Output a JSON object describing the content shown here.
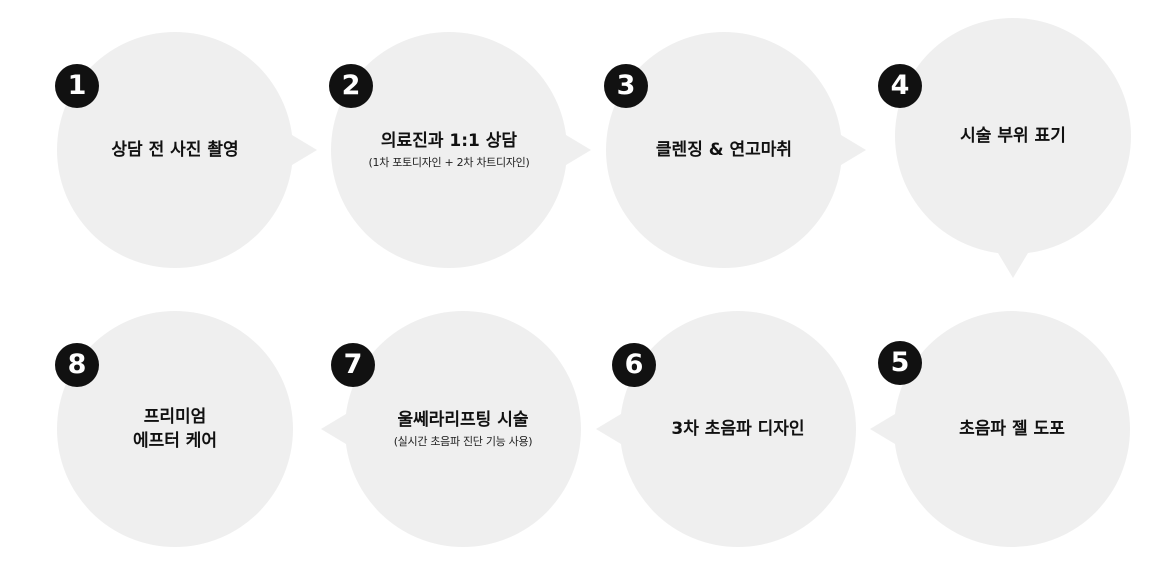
{
  "steps": [
    {
      "num": "1",
      "title": "상담 전 사진 촬영",
      "sub": ""
    },
    {
      "num": "2",
      "title": "의료진과 1:1 상담",
      "sub": "(1차 포토디자인 + 2차 차트디자인)"
    },
    {
      "num": "3",
      "title": "클렌징 & 연고마취",
      "sub": ""
    },
    {
      "num": "4",
      "title": "시술 부위 표기",
      "sub": ""
    },
    {
      "num": "5",
      "title": "초음파 젤 도포",
      "sub": ""
    },
    {
      "num": "6",
      "title": "3차 초음파 디자인",
      "sub": ""
    },
    {
      "num": "7",
      "title": "울쎄라리프팅 시술",
      "sub": "(실시간 초음파 진단 기능 사용)"
    },
    {
      "num": "8",
      "title": "프리미엄\n에프터 케어",
      "sub": ""
    }
  ],
  "colors": {
    "bubble": "#efefef",
    "badge": "#111111",
    "badge_text": "#ffffff",
    "text": "#111111"
  }
}
